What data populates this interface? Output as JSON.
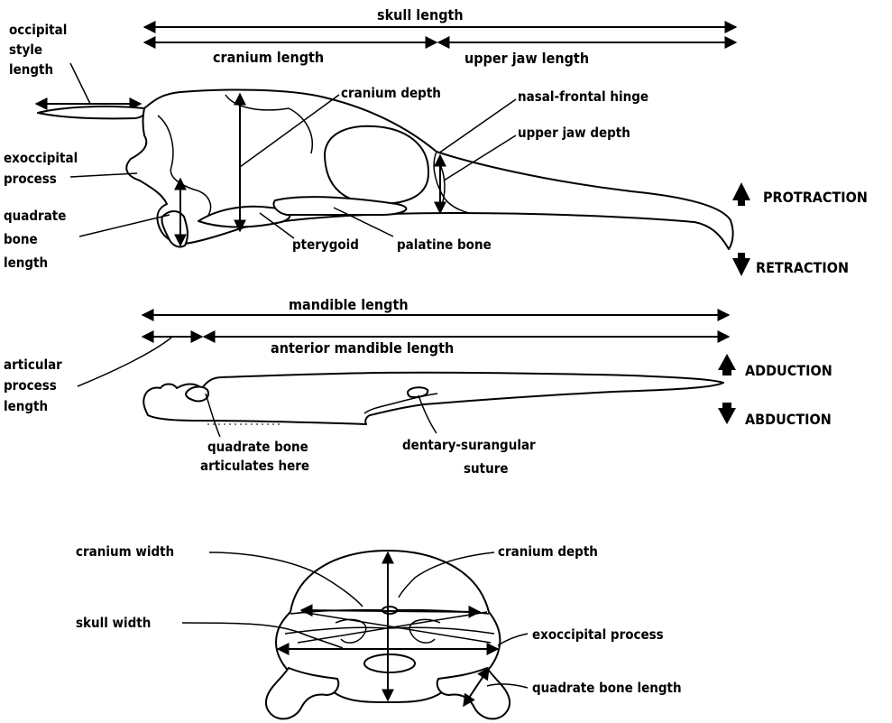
{
  "lateral_skull": {
    "skull_length": "skull length",
    "cranium_length": "cranium length",
    "upper_jaw_length": "upper jaw length",
    "occipital_style_length": [
      "occipital",
      "style",
      "length"
    ],
    "cranium_depth": "cranium depth",
    "nasal_frontal_hinge": "nasal-frontal hinge",
    "upper_jaw_depth": "upper jaw depth",
    "exoccipital_process": [
      "exoccipital",
      "process"
    ],
    "quadrate_bone_length": [
      "quadrate",
      "bone",
      "length"
    ],
    "pterygoid": "pterygoid",
    "palatine_bone": "palatine bone",
    "protraction": "PROTRACTION",
    "retraction": "RETRACTION"
  },
  "mandible": {
    "mandible_length": "mandible length",
    "anterior_mandible_length": "anterior mandible length",
    "articular_process_length": [
      "articular",
      "process",
      "length"
    ],
    "quadrate_articulation": [
      "quadrate bone",
      "articulates here"
    ],
    "dentary_surangular_suture": [
      "dentary-surangular",
      "suture"
    ],
    "adduction": "ADDUCTION",
    "abduction": "ABDUCTION"
  },
  "posterior_skull": {
    "cranium_width": "cranium width",
    "cranium_depth": "cranium depth",
    "skull_width": "skull width",
    "exoccipital_process": "exoccipital process",
    "quadrate_bone_length": "quadrate bone length"
  },
  "icons": [
    "up-arrow-icon",
    "down-arrow-icon"
  ]
}
